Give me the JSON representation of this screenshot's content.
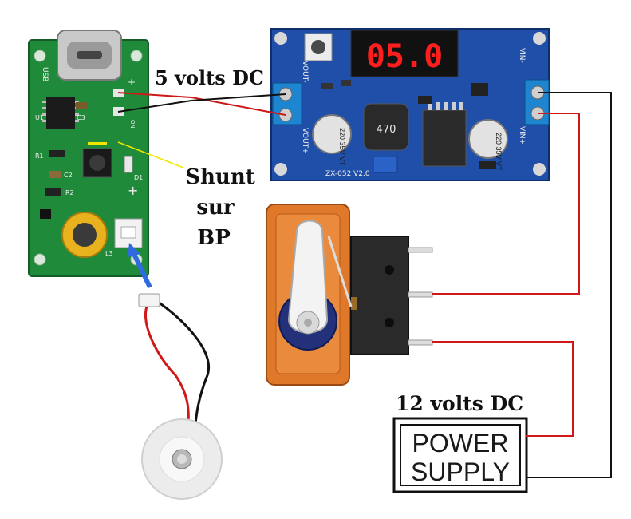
{
  "labels": {
    "five_volts": "5 volts DC",
    "shunt_line1": "Shunt",
    "shunt_line2": "sur",
    "shunt_line3": "BP",
    "twelve_volts": "12 volts DC"
  },
  "power_supply": {
    "line1": "POWER",
    "line2": "SUPPLY"
  },
  "buck_converter": {
    "display": "05.0",
    "vout_minus": "VOUT-",
    "vout_plus": "VOUT+",
    "vin_minus": "VIN-",
    "vin_plus": "VIN+",
    "model": "ZX-052 V2.0",
    "inductor": "470",
    "cap_left": "220 35V VT",
    "cap_right": "220 35V VT"
  },
  "humidifier_board": {
    "usb": "USB",
    "plus": "+",
    "minus": "-",
    "u1": "U1",
    "r1": "R1",
    "r2": "R2",
    "c2": "C2",
    "c3": "C3",
    "l3": "L3",
    "d1": "D1",
    "led_label": "ON",
    "plus_bottom": "+"
  },
  "colors": {
    "pcb_green": "#1f8a3a",
    "pcb_blue": "#1f4fa8",
    "wire_red": "#d01818",
    "wire_black": "#111111",
    "arrow_blue": "#2f6be0",
    "shunt_yellow": "#f2e600",
    "servo_orange": "#e0782a"
  }
}
